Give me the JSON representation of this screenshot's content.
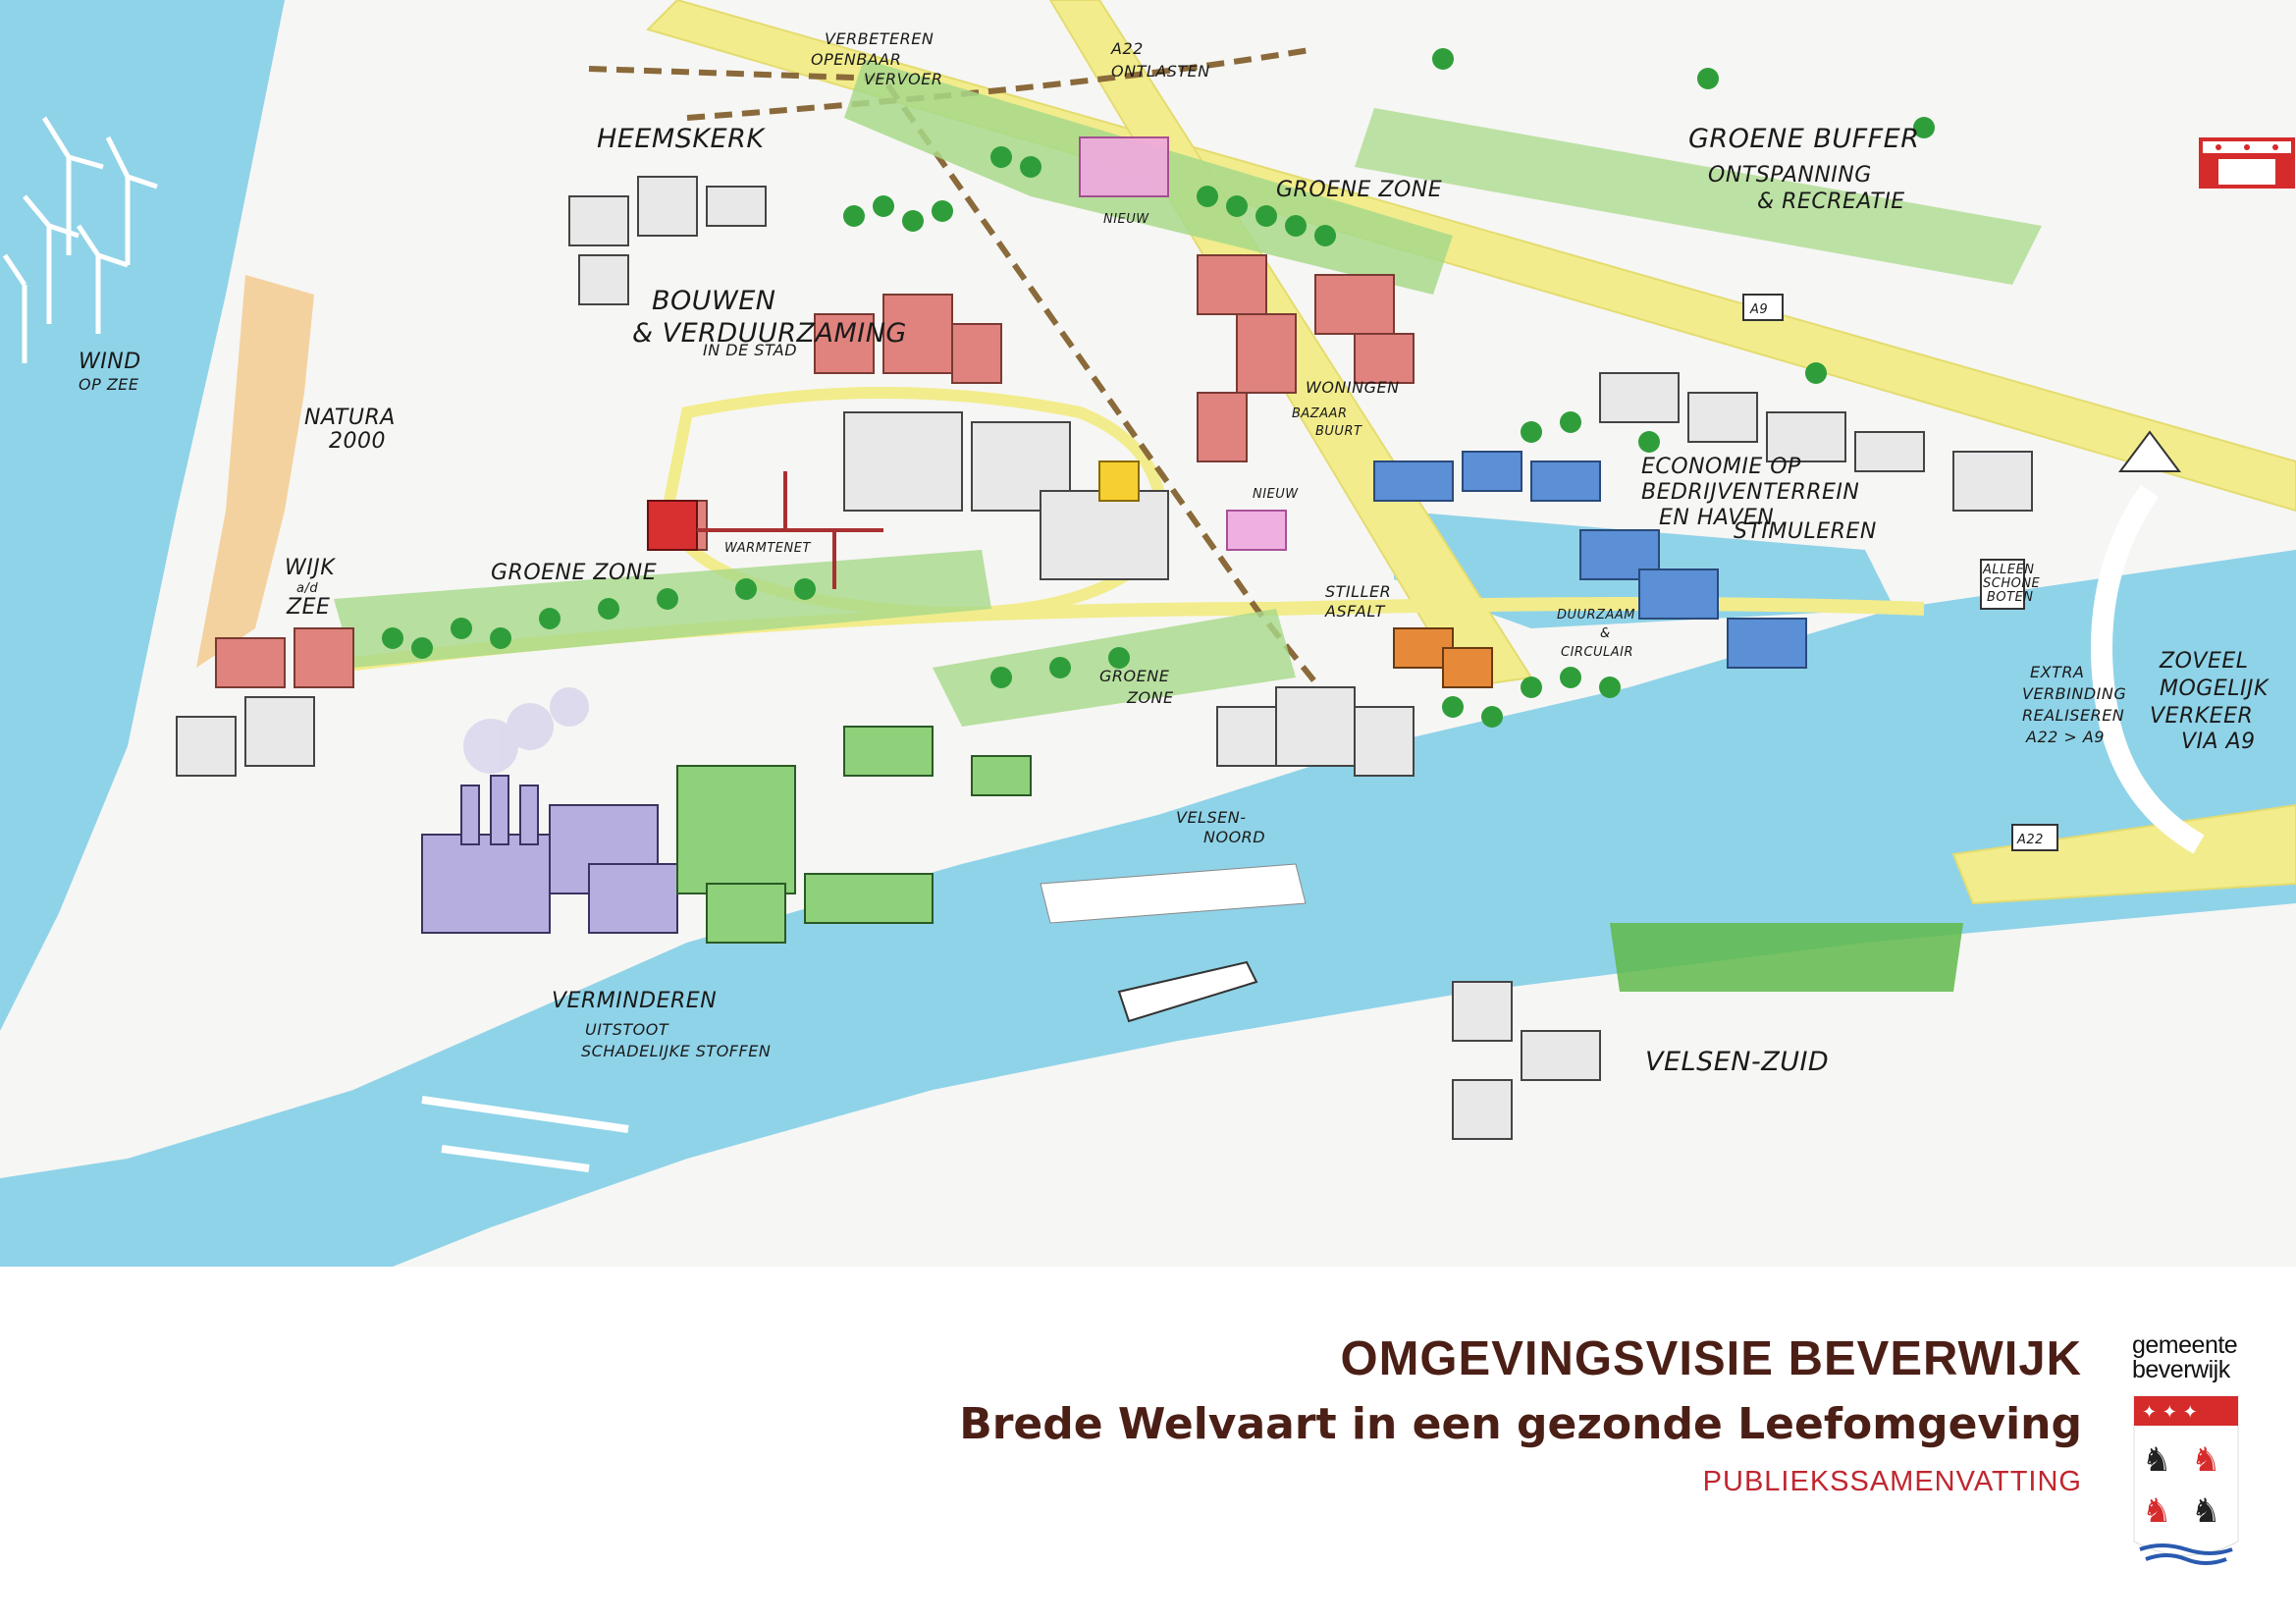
{
  "map": {
    "labels": {
      "wind_op_zee_1": "WIND",
      "wind_op_zee_2": "OP ZEE",
      "natura_1": "NATURA",
      "natura_2": "2000",
      "wijk_aan_zee_1": "WIJK",
      "wijk_aan_zee_2": "a/d",
      "wijk_aan_zee_3": "ZEE",
      "heemskerk": "HEEMSKERK",
      "verbeteren_ov_1": "VERBETEREN",
      "verbeteren_ov_2": "OPENBAAR",
      "verbeteren_ov_3": "VERVOER",
      "a22_ontlasten_1": "A22",
      "a22_ontlasten_2": "ONTLASTEN",
      "groene_buffer_1": "GROENE BUFFER",
      "groene_buffer_2": "ONTSPANNING",
      "groene_buffer_3": "& RECREATIE",
      "groene_zone_top": "GROENE ZONE",
      "groene_zone_left": "GROENE ZONE",
      "groene_zone_mid_1": "GROENE",
      "groene_zone_mid_2": "ZONE",
      "bouwen_1": "BOUWEN",
      "bouwen_2": "& VERDUURZAMING",
      "bouwen_3": "IN DE STAD",
      "woningen_1": "WONINGEN",
      "woningen_2": "BAZAAR",
      "woningen_3": "BUURT",
      "nieuw_top": "NIEUW",
      "nieuw_mid": "NIEUW",
      "warmtenet": "WARMTENET",
      "stiller_asfalt_1": "STILLER",
      "stiller_asfalt_2": "ASFALT",
      "duurzaam_1": "DUURZAAM",
      "duurzaam_2": "&",
      "duurzaam_3": "CIRCULAIR",
      "economie_1": "ECONOMIE OP",
      "economie_2": "BEDRIJVENTERREIN",
      "economie_3": "EN HAVEN",
      "economie_4": "STIMULEREN",
      "extra_1": "EXTRA",
      "extra_2": "VERBINDING",
      "extra_3": "REALISEREN",
      "extra_4": "A22 > A9",
      "zoveel_1": "ZOVEEL",
      "zoveel_2": "MOGELIJK",
      "zoveel_3": "VERKEER",
      "zoveel_4": "VIA A9",
      "alleen_schone_boten_1": "ALLEEN",
      "alleen_schone_boten_2": "SCHONE",
      "alleen_schone_boten_3": "BOTEN",
      "verminderen_1": "VERMINDEREN",
      "verminderen_2": "UITSTOOT",
      "verminderen_3": "SCHADELIJKE STOFFEN",
      "velsen_noord_1": "VELSEN-",
      "velsen_noord_2": "NOORD",
      "velsen_zuid": "VELSEN-ZUID"
    },
    "road_signs": {
      "a9": "A9",
      "a22": "A22"
    },
    "colors": {
      "sea": "#8fd3e8",
      "land": "#f6f6f4",
      "road": "#f2ec8c",
      "green": "#a8d98a",
      "tree": "#2f9e3a",
      "red_building": "#e0837e",
      "blue_building": "#5b8fd6",
      "purple_industry": "#b7aee0",
      "green_industry": "#8fd07a",
      "rail": "#8a6a3a"
    }
  },
  "footer": {
    "title": "OMGEVINGSVISIE BEVERWIJK",
    "subtitle": "Brede Welvaart in een gezonde Leefomgeving",
    "tag": "PUBLIEKSSAMENVATTING"
  },
  "brand": {
    "line1": "gemeente",
    "line2": "beverwijk"
  }
}
